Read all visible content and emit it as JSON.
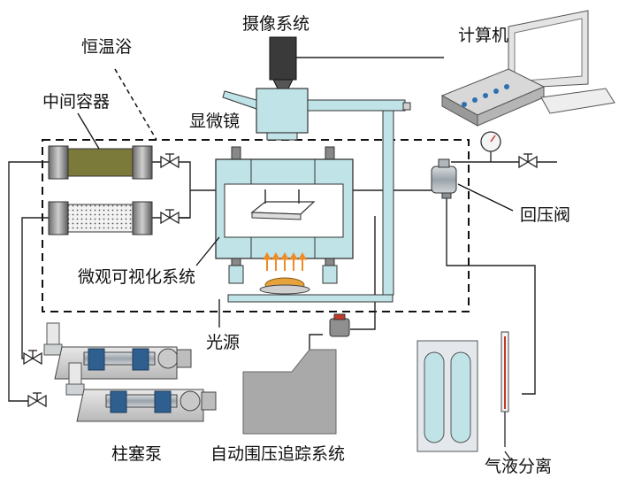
{
  "labels": {
    "camera": "摄像系统",
    "computer": "计算机",
    "bath": "恒温浴",
    "vessel": "中间容器",
    "microscope": "显微镜",
    "backpressure": "回压阀",
    "micro_system": "微观可视化系统",
    "light": "光源",
    "pump": "柱塞泵",
    "tracking": "自动围压追踪系统",
    "separator": "气液分离"
  },
  "colors": {
    "equipment_fill": "#bfe3e6",
    "line": "#222222",
    "steel": "#6f7b86",
    "pump_blue": "#2f5f8f",
    "vessel_olive": "#7b7a3a",
    "flame": "#e8a23c",
    "arrow_orange": "#f08a24"
  }
}
